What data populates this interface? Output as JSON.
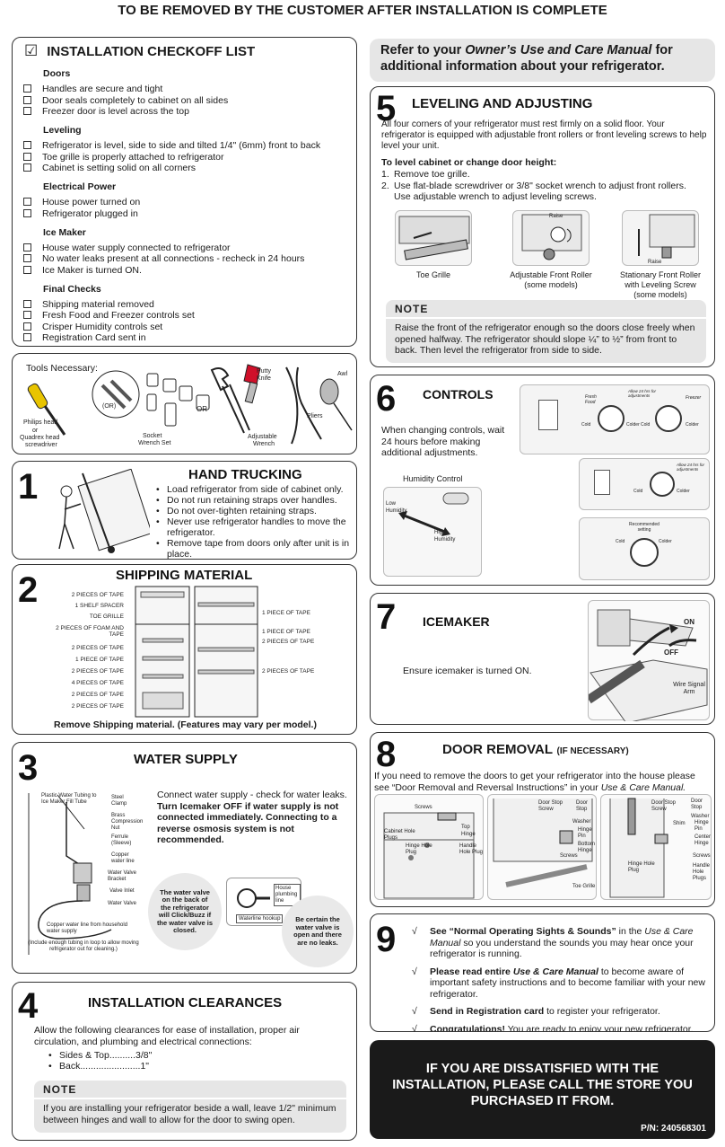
{
  "banner": "TO BE REMOVED BY THE CUSTOMER AFTER INSTALLATION IS COMPLETE",
  "checkoff": {
    "check_glyph": "☑",
    "title": "INSTALLATION CHECKOFF LIST",
    "groups": [
      {
        "name": "Doors",
        "items": [
          "Handles are secure and tight",
          "Door seals completely to cabinet on all sides",
          "Freezer door is level across the top"
        ]
      },
      {
        "name": "Leveling",
        "items": [
          "Refrigerator is level, side to side and tilted 1/4\" (6mm) front to back",
          "Toe grille is properly attached to refrigerator",
          "Cabinet is setting solid on all corners"
        ]
      },
      {
        "name": "Electrical Power",
        "items": [
          "House power turned on",
          "Refrigerator plugged in"
        ]
      },
      {
        "name": "Ice Maker",
        "items": [
          "House water supply connected to refrigerator",
          "No water leaks present at all connections - recheck in 24 hours",
          "Ice Maker is turned ON."
        ]
      },
      {
        "name": "Final Checks",
        "items": [
          "Shipping material removed",
          "Fresh Food and Freezer controls set",
          "Crisper Humidity controls set",
          "Registration Card sent in"
        ]
      }
    ]
  },
  "tools": {
    "title": "Tools Necessary:",
    "phillips": "Philips head",
    "or1": "or",
    "quadrex": "Quadrex head",
    "screwdriver": "screwdriver",
    "or_circle": "(OR)",
    "socket": "Socket",
    "socket2": "Wrench Set",
    "or2": "OR",
    "putty": "Putty",
    "putty2": "Knife",
    "adjustable": "Adjustable",
    "adjustable2": "Wrench",
    "pliers": "Pliers",
    "awl": "Awl"
  },
  "s1": {
    "num": "1",
    "title": "HAND TRUCKING",
    "items": [
      "Load refrigerator from side of cabinet only.",
      "Do not run retaining straps over handles.",
      "Do not over-tighten retaining straps.",
      "Never use refrigerator handles to move the refrigerator.",
      "Remove tape from doors only after unit is in place."
    ]
  },
  "s2": {
    "num": "2",
    "title": "SHIPPING MATERIAL",
    "left_labels": [
      "2 PIECES OF TAPE",
      "1 SHELF SPACER",
      "TOE GRILLE",
      "2 PIECES OF FOAM AND TAPE",
      "2 PIECES OF TAPE",
      "1 PIECE OF TAPE",
      "2 PIECES OF TAPE",
      "4 PIECES OF TAPE",
      "2 PIECES OF TAPE",
      "2 PIECES OF TAPE"
    ],
    "right_labels": [
      "1 PIECE OF TAPE",
      "1 PIECE OF TAPE",
      "2 PIECES OF TAPE",
      "2 PIECES OF TAPE"
    ],
    "caption": "Remove Shipping material. (Features may vary per model.)"
  },
  "s3": {
    "num": "3",
    "title": "WATER SUPPLY",
    "text_normal": "Connect water supply - check for water leaks. ",
    "text_bold": "Turn Icemaker OFF if water supply is not connected immediately. Connecting to a reverse osmosis system is not recommended.",
    "labels": {
      "tube": "Plastic Water Tubing to Ice Maker Fill Tube",
      "clamp": "Steel Clamp",
      "nut": "Brass Compression Nut",
      "ferrule": "Ferrule (Sleeve)",
      "copper": "Copper water line",
      "bracket": "Water Valve Bracket",
      "inlet": "Valve Inlet",
      "valve": "Water Valve",
      "house": "Copper water line from household water supply",
      "loop": "(Include enough tubing in loop to allow moving refrigerator out for cleaning.)"
    },
    "bubble1": "The water valve on the back of the refrigerator will Click/Buzz if the water valve is closed.",
    "house_line": "House plumbing line",
    "hookup": "Waterline hookup",
    "bubble2": "Be certain the water valve is open and there are no leaks."
  },
  "s4": {
    "num": "4",
    "title": "INSTALLATION CLEARANCES",
    "intro": "Allow the following clearances for ease of installation, proper air circulation, and plumbing and electrical connections:",
    "items": [
      "Sides & Top..........3/8\"",
      "Back.......................1\""
    ],
    "note_head": "NOTE",
    "note": "If you are installing your refrigerator beside a wall, leave 1/2\" minimum between hinges and wall to allow for the door to swing open."
  },
  "manual": {
    "pre": "Refer to your ",
    "italic": "Owner’s Use and Care Manual",
    "post": " for additional information about your refrigerator."
  },
  "s5": {
    "num": "5",
    "title": "LEVELING AND ADJUSTING",
    "intro": "All four corners of your refrigerator must rest firmly on a solid floor. Your refrigerator is equipped with adjustable front rollers or front leveling screws to help level your unit.",
    "subhead": "To level cabinet or change door height:",
    "steps": [
      "Remove toe grille.",
      "Use flat-blade screwdriver or 3/8\" socket wrench to adjust front rollers. Use adjustable wrench to adjust leveling screws."
    ],
    "step_nums": [
      "1.",
      "2."
    ],
    "cap1": "Toe Grille",
    "cap2": "Adjustable Front Roller (some models)",
    "cap3": "Stationary Front Roller with Leveling Screw (some models)",
    "raise": "Raise",
    "note_head": "NOTE",
    "note": "Raise the front of the refrigerator enough so the doors close freely when opened halfway. The refrigerator should slope ¼” to ½” from front to back. Then level the refrigerator from side to side."
  },
  "s6": {
    "num": "6",
    "title": "CONTROLS",
    "text": "When changing controls, wait 24 hours before making additional adjustments.",
    "humidity": "Humidity Control",
    "low": "Low Humidity",
    "high": "High Humidity",
    "fresh": "Fresh Food",
    "freezer": "Freezer",
    "cold": "Cold",
    "colder": "Colder",
    "allow": "Allow 24 hrs for adjustments",
    "recommended": "Recommended setting"
  },
  "s7": {
    "num": "7",
    "title": "ICEMAKER",
    "text": "Ensure icemaker is turned ON.",
    "on": "ON",
    "off": "OFF",
    "arm": "Wire Signal Arm"
  },
  "s8": {
    "num": "8",
    "title": "DOOR REMOVAL",
    "title_small": "(IF NECESSARY)",
    "text_pre": "If you need to remove the doors to get your refrigerator into the house please see “Door Removal and Reversal Instructions” in your ",
    "text_italic": "Use & Care Manual.",
    "p1": {
      "screws": "Screws",
      "top_hinge": "Top Hinge",
      "cabinet": "Cabinet Hole Plugs",
      "hinge_plug": "Hinge Hole Plug",
      "handle_plug": "Handle Hole Plug"
    },
    "p2": {
      "stop_screw": "Door Stop Screw",
      "stop": "Door Stop",
      "washer": "Washer",
      "hinge_pin": "Hinge Pin",
      "bottom": "Bottom Hinge",
      "screws": "Screws",
      "toe": "Toe Grille"
    },
    "p3": {
      "stop_screw": "Door Stop Screw",
      "stop": "Door Stop",
      "washer": "Washer",
      "shim": "Shim",
      "hinge_pin": "Hinge Pin",
      "center": "Center Hinge",
      "screws": "Screws",
      "handle": "Handle Hole Plugs",
      "hinge_plug": "Hinge Hole Plug"
    }
  },
  "s9": {
    "num": "9",
    "tick": "√",
    "items": [
      {
        "bold": "See “Normal Operating Sights & Sounds”",
        "normal": " in the ",
        "italic": "Use & Care Manual",
        "tail": " so you understand the sounds you may hear once your refrigerator is running."
      },
      {
        "bold": "Please read entire ",
        "normal": "",
        "italic": "Use & Care Manual",
        "tail": " to become aware of important safety instructions and to become familiar with your new refrigerator."
      },
      {
        "bold": "Send in Registration card",
        "normal": " to register your refrigerator.",
        "italic": "",
        "tail": ""
      },
      {
        "bold": "Congratulations!",
        "normal": " You are ready to enjoy your new refrigerator.",
        "italic": "",
        "tail": ""
      }
    ]
  },
  "dissatisfied": {
    "text": "IF YOU ARE DISSATISFIED WITH THE INSTALLATION, PLEASE CALL THE STORE YOU PURCHASED IT FROM.",
    "pn": "P/N: 240568301"
  },
  "colors": {
    "panel_border": "#333333",
    "note_gray": "#e6e6e6",
    "black_box": "#1a1a1a"
  }
}
